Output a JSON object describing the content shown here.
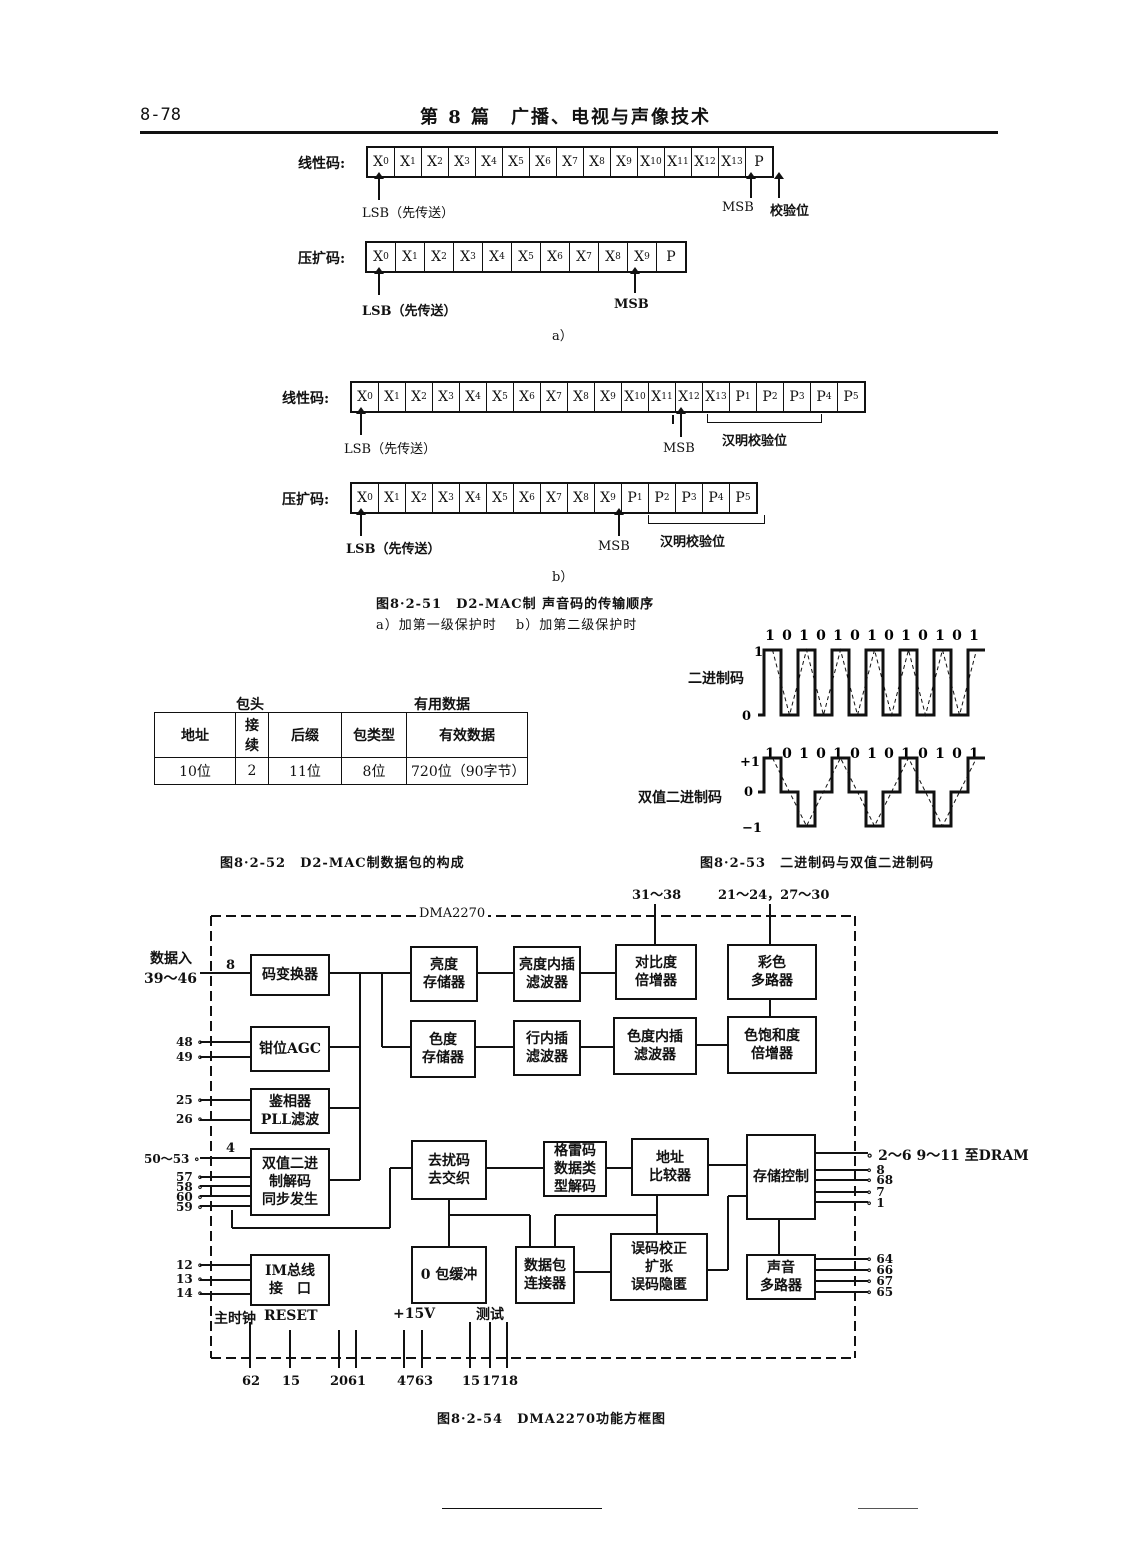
{
  "page": {
    "page_number": "8-78",
    "header": "第 8 篇　广播、电视与声像技术"
  },
  "fig51": {
    "a": {
      "linear": {
        "label": "线性码:",
        "cells": [
          "X0",
          "X1",
          "X2",
          "X3",
          "X4",
          "X5",
          "X6",
          "X7",
          "X8",
          "X9",
          "X10",
          "X11",
          "X12",
          "X13",
          "P"
        ],
        "lsb": "LSB（先传送）",
        "msb": "MSB",
        "parity": "校验位"
      },
      "compand": {
        "label": "压扩码:",
        "cells": [
          "X0",
          "X1",
          "X2",
          "X3",
          "X4",
          "X5",
          "X6",
          "X7",
          "X8",
          "X9",
          "P"
        ],
        "lsb": "LSB（先传送）",
        "msb": "MSB"
      },
      "sublabel": "a）"
    },
    "b": {
      "linear": {
        "label": "线性码:",
        "cells": [
          "X0",
          "X1",
          "X2",
          "X3",
          "X4",
          "X5",
          "X6",
          "X7",
          "X8",
          "X9",
          "X10",
          "X11",
          "X12",
          "X13",
          "P1",
          "P2",
          "P3",
          "P4",
          "P5"
        ],
        "lsb": "LSB（先传送）",
        "msb": "MSB",
        "hamming": "汉明校验位"
      },
      "compand": {
        "label": "压扩码:",
        "cells": [
          "X0",
          "X1",
          "X2",
          "X3",
          "X4",
          "X5",
          "X6",
          "X7",
          "X8",
          "X9",
          "P1",
          "P2",
          "P3",
          "P4",
          "P5"
        ],
        "lsb": "LSB（先传送）",
        "msb": "MSB",
        "hamming": "汉明校验位"
      },
      "sublabel": "b）"
    },
    "caption": "图8·2-51　D2-MAC制 声音码的传输顺序",
    "subcaption": "a）加第一级保护时　 b）加第二级保护时"
  },
  "fig52": {
    "header_group": "包头",
    "data_group": "有用数据",
    "cols": [
      "地址",
      "接续",
      "后缀",
      "包类型",
      "有效数据"
    ],
    "values": [
      "10位",
      "2",
      "11位",
      "8位",
      "720位（90字节）"
    ],
    "caption": "图8·2-52　D2-MAC制数据包的构成"
  },
  "fig53": {
    "binary_label": "二进制码",
    "binary_bits": [
      "1",
      "0",
      "1",
      "0",
      "1",
      "0",
      "1",
      "0",
      "1",
      "0",
      "1",
      "0",
      "1"
    ],
    "binary_levels": [
      "1",
      "0"
    ],
    "duobinary_label": "双值二进制码",
    "duobinary_bits": [
      "1",
      "0",
      "1",
      "0",
      "1",
      "0",
      "1",
      "0",
      "1",
      "0",
      "1",
      "0",
      "1"
    ],
    "duobinary_levels": [
      "+1",
      "0",
      "−1"
    ],
    "caption": "图8·2-53　二进制码与双值二进制码"
  },
  "fig54": {
    "chip": "DMA2270",
    "input_label": "数据入",
    "input_pins": "39～46",
    "bus8": "8",
    "bus4": "4",
    "blocks": {
      "code_conv": "码变换器",
      "clamp_agc": "钳位AGC",
      "phase_det": "鉴相器\nPLL滤波",
      "duobin_dec": "双值二进\n制解码\n同步发生",
      "im_bus": "IM总线\n接　口",
      "luma_mem": "亮度\n存储器",
      "chroma_mem": "色度\n存储器",
      "luma_filter": "亮度内插\n滤波器",
      "line_filter": "行内插\n滤波器",
      "contrast": "对比度\n倍增器",
      "chroma_filter": "色度内插\n滤波器",
      "color_mux": "彩色\n多路器",
      "saturation": "色饱和度\n倍增器",
      "descramble": "去扰码\n去交织",
      "gray_decode": "格雷码\n数据类\n型解码",
      "addr_comp": "地址\n比较器",
      "mem_ctrl": "存储控制",
      "zero_buf": "0 包缓冲",
      "pkt_link": "数据包\n连接器",
      "err_corr": "误码校正\n扩张\n误码隐匿",
      "sound_mux": "声音\n多路器"
    },
    "pins_left": [
      "48",
      "49",
      "25",
      "26",
      "50～53",
      "57",
      "58",
      "60",
      "59",
      "12",
      "13",
      "14"
    ],
    "pins_top": [
      "31～38",
      "21～24，27～30"
    ],
    "pins_right": [
      "2～6 9～11 至DRAM",
      "8",
      "68",
      "7",
      "1",
      "64",
      "66",
      "67",
      "65"
    ],
    "bottom_labels": [
      "主时钟",
      "RESET",
      "+15V",
      "测试"
    ],
    "pins_bottom": [
      "62",
      "15",
      "20",
      "61",
      "47",
      "63",
      "15",
      "17",
      "18"
    ],
    "caption": "图8·2-54　DMA2270功能方框图"
  }
}
